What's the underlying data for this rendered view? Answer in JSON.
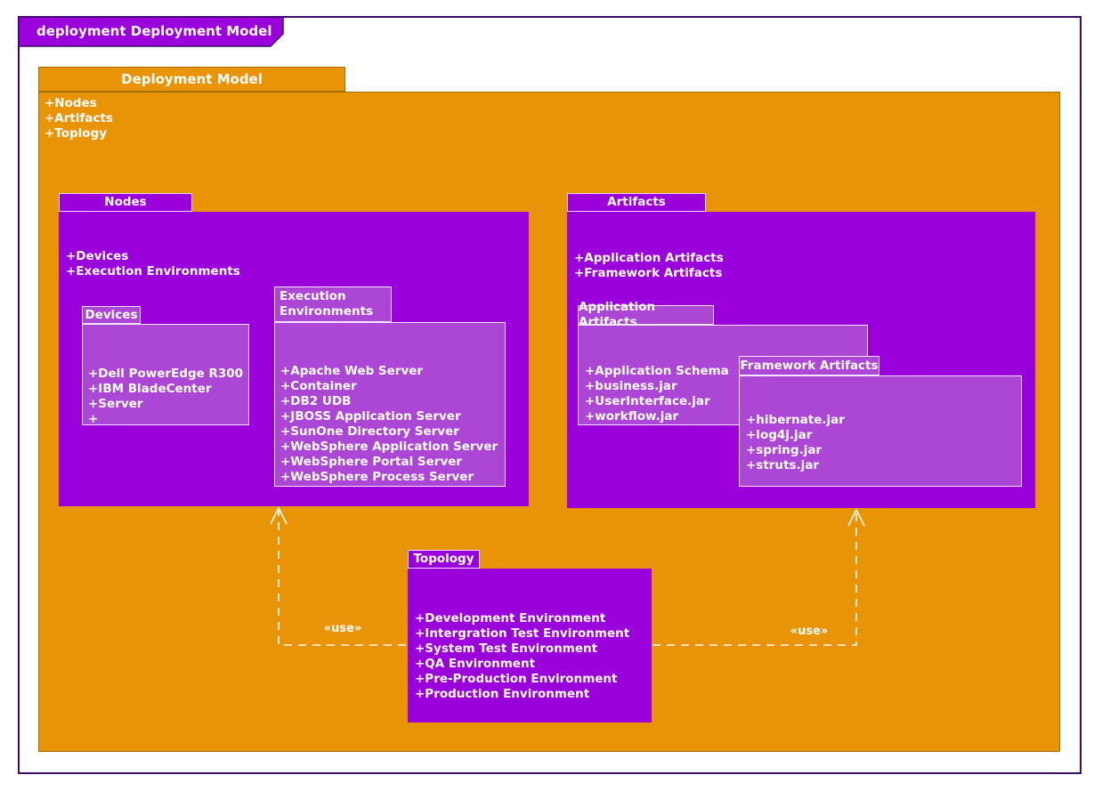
{
  "frame": {
    "title": "deployment Deployment Model"
  },
  "root_package": {
    "title": "Deployment Model",
    "members": [
      "+Nodes",
      "+Artifacts",
      "+Toplogy"
    ]
  },
  "nodes_package": {
    "title": "Nodes",
    "members": [
      "+Devices",
      "+Execution Environments"
    ],
    "devices": {
      "title": "Devices",
      "members": [
        "+Dell PowerEdge R300",
        "+IBM BladeCenter",
        "+Server",
        "+"
      ]
    },
    "execution_environments": {
      "title": "Execution Environments",
      "members": [
        "+Apache Web Server",
        "+Container",
        "+DB2 UDB",
        "+JBOSS Application Server",
        "+SunOne Directory Server",
        "+WebSphere Application Server",
        "+WebSphere Portal Server",
        "+WebSphere Process Server"
      ]
    }
  },
  "artifacts_package": {
    "title": "Artifacts",
    "members": [
      "+Application Artifacts",
      "+Framework Artifacts"
    ],
    "application_artifacts": {
      "title": "Application Artifacts",
      "members": [
        "+Application Schema",
        "+business.jar",
        "+UserInterface.jar",
        "+workflow.jar"
      ]
    },
    "framework_artifacts": {
      "title": "Framework Artifacts",
      "members": [
        "+hibernate.jar",
        "+log4j.jar",
        "+spring.jar",
        "+struts.jar"
      ]
    }
  },
  "topology_package": {
    "title": "Topology",
    "members": [
      "+Development Environment",
      "+Intergration Test Environment",
      "+System Test Environment",
      "+QA Environment",
      "+Pre-Production Environment",
      "+Production Environment"
    ]
  },
  "connectors": {
    "left_use_label": "«use»",
    "right_use_label": "«use»"
  },
  "colors": {
    "purple": "#9A00DA",
    "light_purple": "#AC46D4",
    "orange": "#E99306",
    "orange_border": "#A26D00",
    "frame_border": "#3D0A66",
    "text": "#FFFFFF"
  }
}
